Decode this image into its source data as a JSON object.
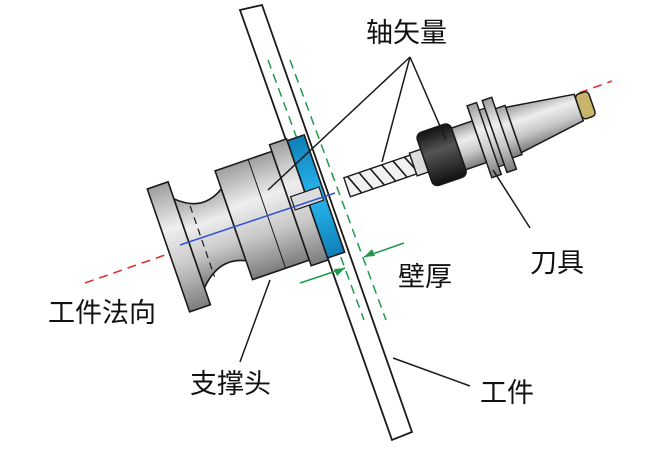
{
  "labels": {
    "axis_vector": "轴矢量",
    "tool": "刀具",
    "wall_thickness": "壁厚",
    "workpiece_normal": "工件法向",
    "support_head": "支撑头",
    "workpiece": "工件"
  },
  "colors": {
    "outline": "#1a1a1a",
    "metal_light": "#e4e4e4",
    "metal_mid": "#b4b4b4",
    "metal_dark": "#7a7a7a",
    "collet": "#2a2a2a",
    "tip": "#c8b46a",
    "support_face": "#1aa3dc",
    "normal_line": "#dd3333",
    "axis_line": "#3355cc",
    "dimension": "#1f9a4a"
  }
}
